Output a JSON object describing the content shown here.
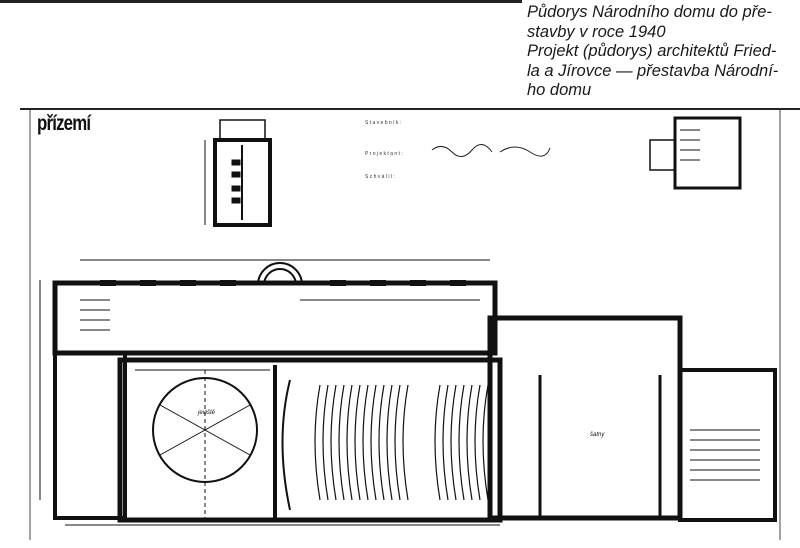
{
  "caption": {
    "lines": [
      "Půdorys Národního domu do pře-",
      "stavby v roce 1940",
      "Projekt (půdorys) architektů Fried-",
      "la a Jírovce — přestavba Národní-",
      "ho domu"
    ]
  },
  "plan": {
    "title": "přízemí",
    "labels": {
      "stage": "jeviště",
      "cloakroom": "šatny"
    }
  }
}
